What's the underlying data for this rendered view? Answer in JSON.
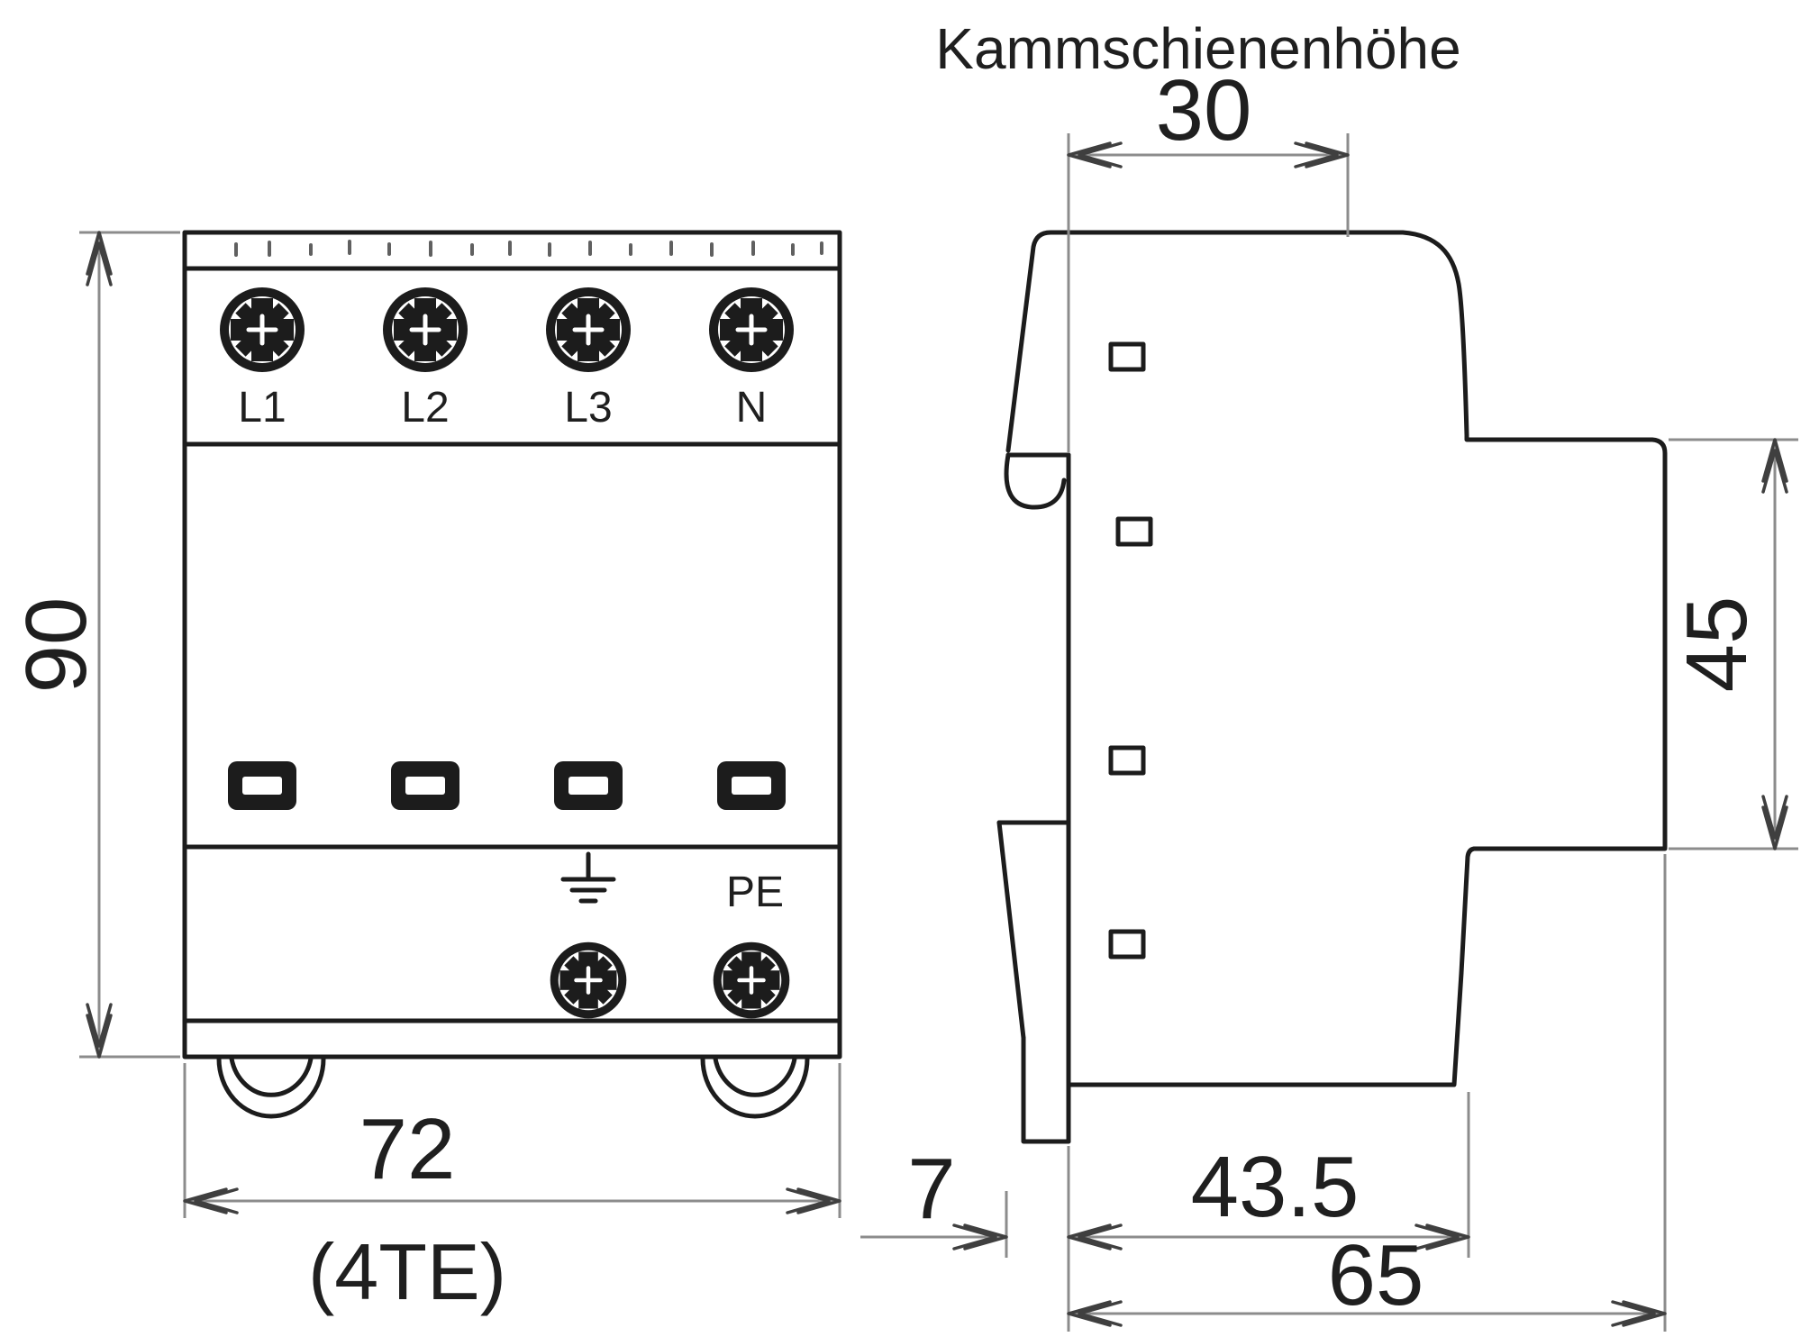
{
  "drawing": {
    "note_top": "Kammschienenhöhe",
    "front_view": {
      "terminal_labels": [
        "L1",
        "L2",
        "L3",
        "N"
      ],
      "pe_label": "PE",
      "height_dim": "90",
      "width_dim": "72",
      "width_note": "(4TE)"
    },
    "side_view": {
      "busbar_height_dim": "30",
      "rear_section_height_dim": "45",
      "clip_depth_dim": "7",
      "body_depth_dim": "43.5",
      "total_depth_dim": "65"
    },
    "icons": [
      "terminal-screw-icon",
      "earth-ground-icon",
      "indicator-window-icon",
      "mounting-claw-icon",
      "din-rail-clip-icon"
    ],
    "colors": {
      "outline": "#1c1c1c",
      "dimension_line": "#8c8c8c",
      "arrow": "#3f3f3f",
      "text": "#1f1f1f",
      "background": "#ffffff"
    }
  }
}
